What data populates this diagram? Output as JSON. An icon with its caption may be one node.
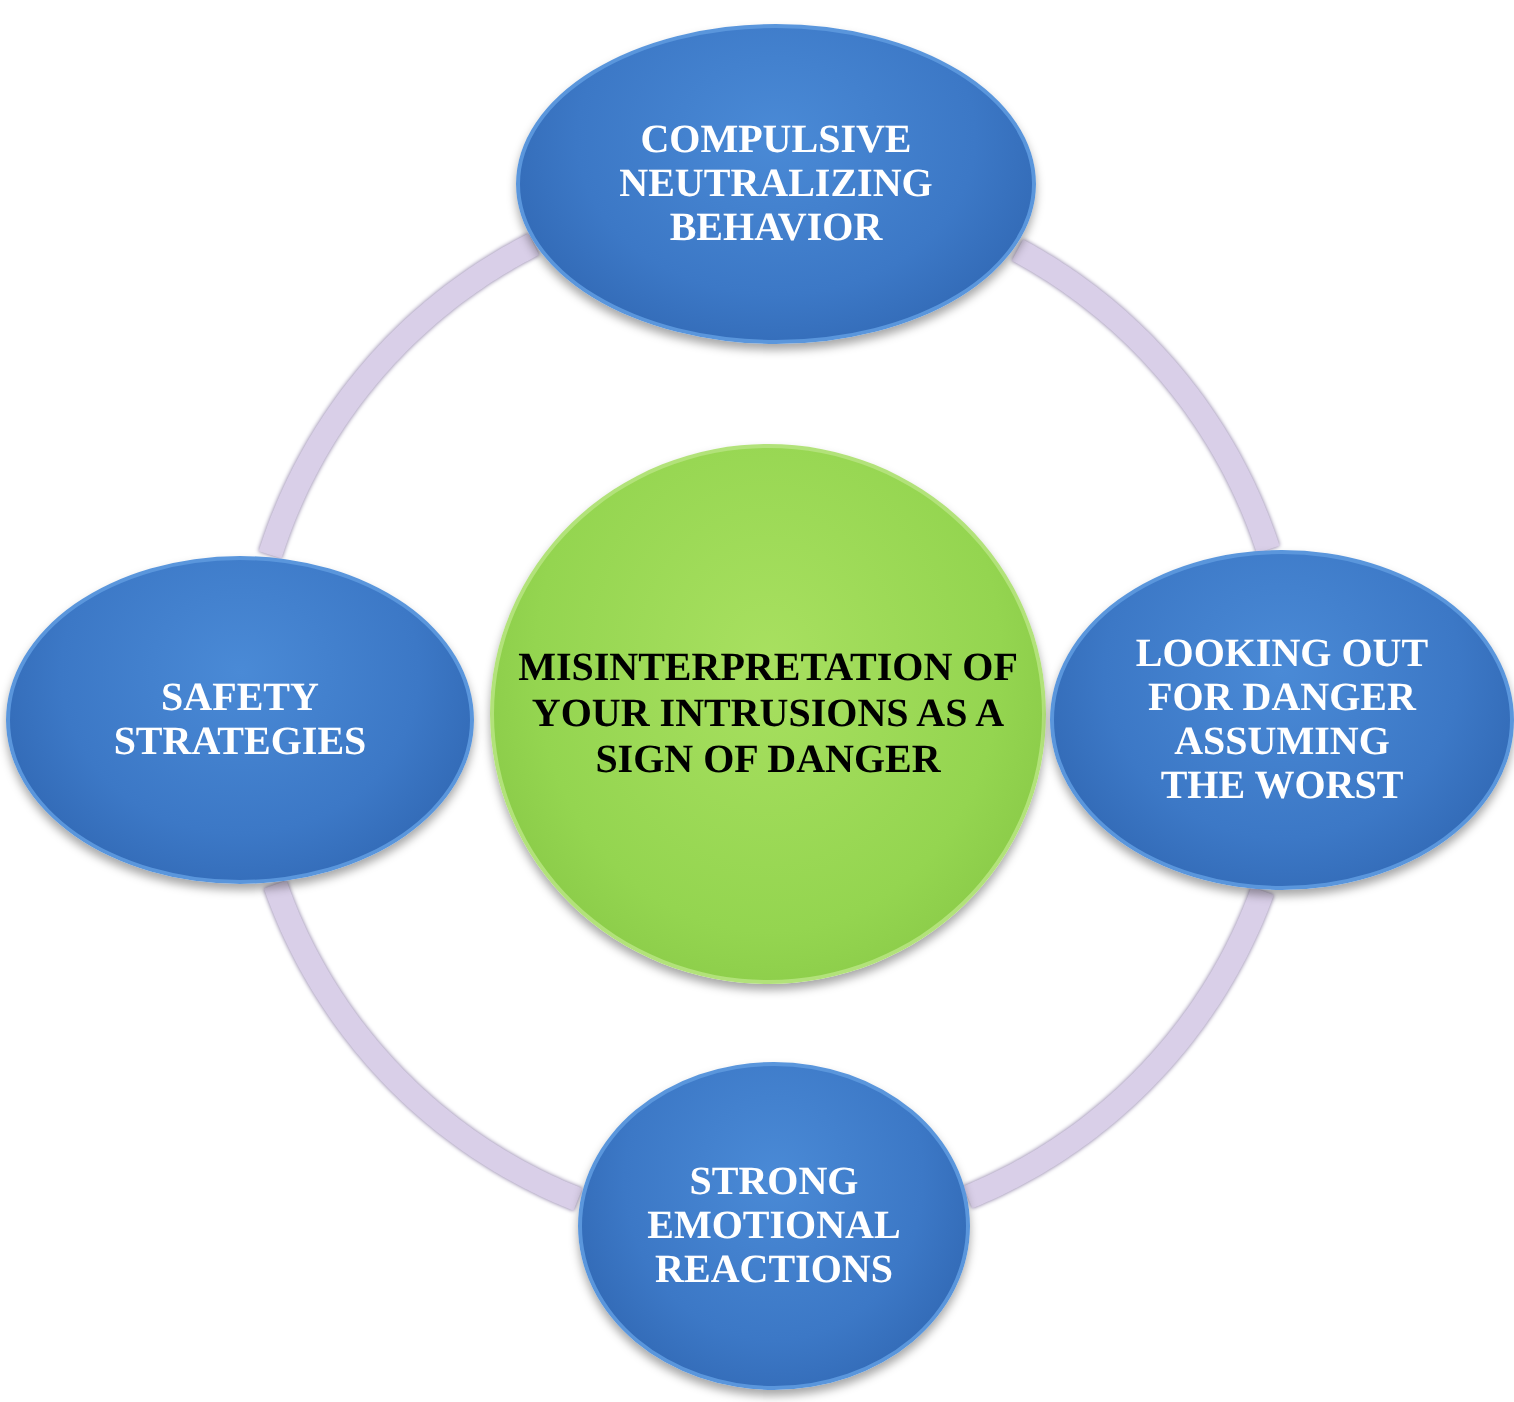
{
  "diagram": {
    "nodes": [
      {
        "text": [
          "COMPULSIVE NEUTRALIZING BEHAVIOR"
        ]
      },
      {
        "text": [
          "SAFETY STRATEGIES"
        ]
      },
      {
        "text": [
          "MISINTERPRETATION OF YOUR INTRUSIONS AS A SIGN OF DANGER"
        ]
      },
      {
        "text": [
          "LOOKING OUT FOR DANGER ASSUMING THE WORST"
        ]
      },
      {
        "text": [
          "STRONG EMOTIONAL REACTIONS"
        ]
      }
    ],
    "edges": [
      {
        "from": 0,
        "to": 3,
        "arrow": "none"
      },
      {
        "from": 3,
        "to": 4,
        "arrow": "none"
      },
      {
        "from": 4,
        "to": 1,
        "arrow": "none"
      },
      {
        "from": 1,
        "to": 0,
        "arrow": "none"
      }
    ]
  }
}
